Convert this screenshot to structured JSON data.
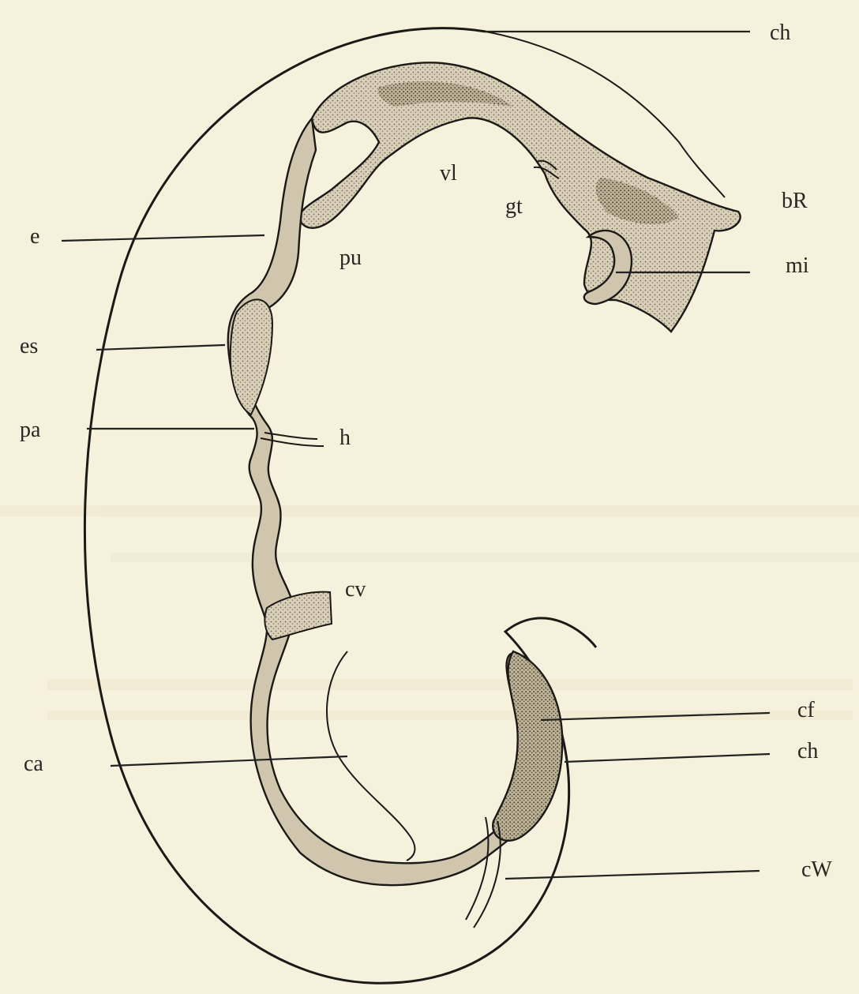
{
  "labels": {
    "ch_top": "ch",
    "bR": "bR",
    "mi": "mi",
    "vl": "vl",
    "gt": "gt",
    "pu": "pu",
    "e": "e",
    "es": "es",
    "pa": "pa",
    "h": "h",
    "cv": "cv",
    "cf": "cf",
    "ch_bottom": "ch",
    "ca": "ca",
    "cW": "cW"
  },
  "colors": {
    "paper": "#f6f1dc",
    "ink": "#1c1a16",
    "tissue": "#cfc6ad"
  }
}
